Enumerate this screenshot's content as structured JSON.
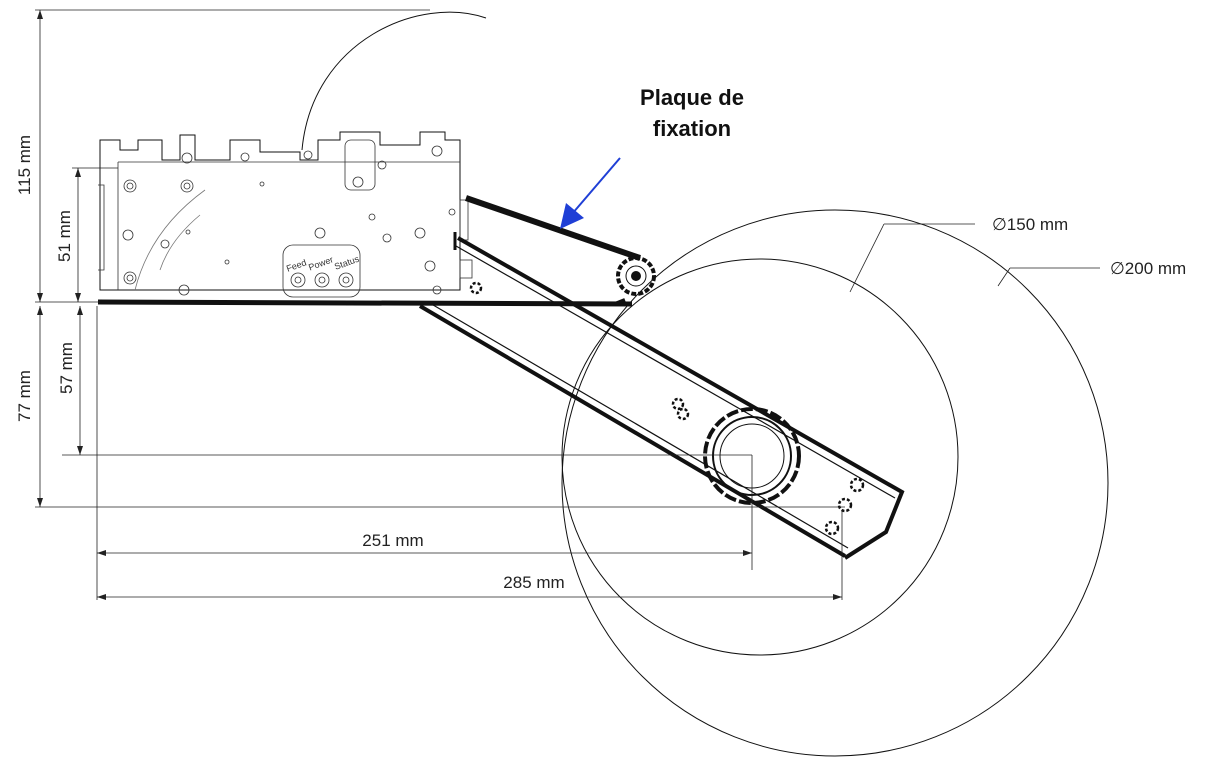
{
  "callout": {
    "line1": "Plaque de",
    "line2": "fixation"
  },
  "dimensions": {
    "height_total": "115 mm",
    "height_upper": "51 mm",
    "height_lower": "57 mm",
    "height_lower_total": "77 mm",
    "width_center": "251 mm",
    "width_total": "285 mm",
    "diameter_small": "∅150 mm",
    "diameter_large": "∅200 mm"
  },
  "panel_labels": {
    "feed": "Feed",
    "power": "Power",
    "status": "Status"
  },
  "colors": {
    "arrow": "#1f3fd6",
    "line": "#111111"
  }
}
